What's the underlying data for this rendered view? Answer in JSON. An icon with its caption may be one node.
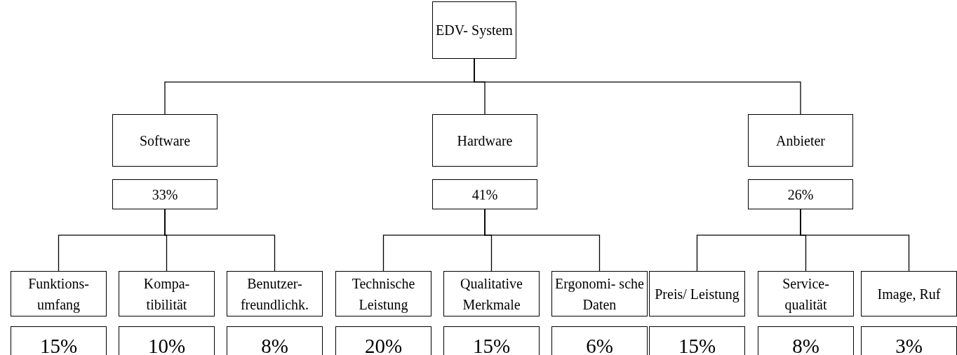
{
  "diagram": {
    "nodes": [
      {
        "text": [
          "EDV- System"
        ]
      },
      {
        "text": [
          "Software"
        ]
      },
      {
        "text": [
          "Hardware"
        ]
      },
      {
        "text": [
          "Anbieter"
        ]
      },
      {
        "text": [
          "33%"
        ]
      },
      {
        "text": [
          "41%"
        ]
      },
      {
        "text": [
          "26%"
        ]
      },
      {
        "text": [
          "Funktions- umfang"
        ]
      },
      {
        "text": [
          "Kompa- tibilität"
        ]
      },
      {
        "text": [
          "Benutzer- freundlichk."
        ]
      },
      {
        "text": [
          "Technische Leistung"
        ]
      },
      {
        "text": [
          "Qualitative Merkmale"
        ]
      },
      {
        "text": [
          "Ergonomi- sche Daten"
        ]
      },
      {
        "text": [
          "Preis/ Leistung"
        ]
      },
      {
        "text": [
          "Service- qualität"
        ]
      },
      {
        "text": [
          "Image, Ruf"
        ]
      },
      {
        "text": [
          "15%"
        ]
      },
      {
        "text": [
          "10%"
        ]
      },
      {
        "text": [
          "8%"
        ]
      },
      {
        "text": [
          "20%"
        ]
      },
      {
        "text": [
          "15%"
        ]
      },
      {
        "text": [
          "6%"
        ]
      },
      {
        "text": [
          "15%"
        ]
      },
      {
        "text": [
          "8%"
        ]
      },
      {
        "text": [
          "3%"
        ]
      }
    ],
    "edges": [
      {
        "from": 0,
        "to": 1,
        "arrow": "none"
      },
      {
        "from": 0,
        "to": 2,
        "arrow": "none"
      },
      {
        "from": 0,
        "to": 3,
        "arrow": "none"
      },
      {
        "from": 4,
        "to": 7,
        "arrow": "none"
      },
      {
        "from": 4,
        "to": 8,
        "arrow": "none"
      },
      {
        "from": 4,
        "to": 9,
        "arrow": "none"
      },
      {
        "from": 5,
        "to": 10,
        "arrow": "none"
      },
      {
        "from": 5,
        "to": 11,
        "arrow": "none"
      },
      {
        "from": 5,
        "to": 12,
        "arrow": "none"
      },
      {
        "from": 6,
        "to": 13,
        "arrow": "none"
      },
      {
        "from": 6,
        "to": 14,
        "arrow": "none"
      },
      {
        "from": 6,
        "to": 15,
        "arrow": "none"
      }
    ]
  }
}
